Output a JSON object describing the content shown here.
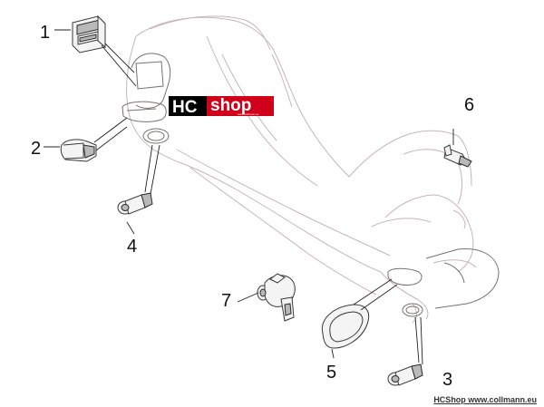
{
  "logo": {
    "left_text": "HC",
    "right_text": "shop",
    "sub_text": "www.collmann.eu",
    "bg_dark": "#000000",
    "bg_red": "#d0001a"
  },
  "parts": [
    {
      "number": "1"
    },
    {
      "number": "2"
    },
    {
      "number": "3"
    },
    {
      "number": "4"
    },
    {
      "number": "5"
    },
    {
      "number": "6"
    },
    {
      "number": "7"
    }
  ],
  "footer": {
    "text": "HCShop www.collmann.eu"
  }
}
